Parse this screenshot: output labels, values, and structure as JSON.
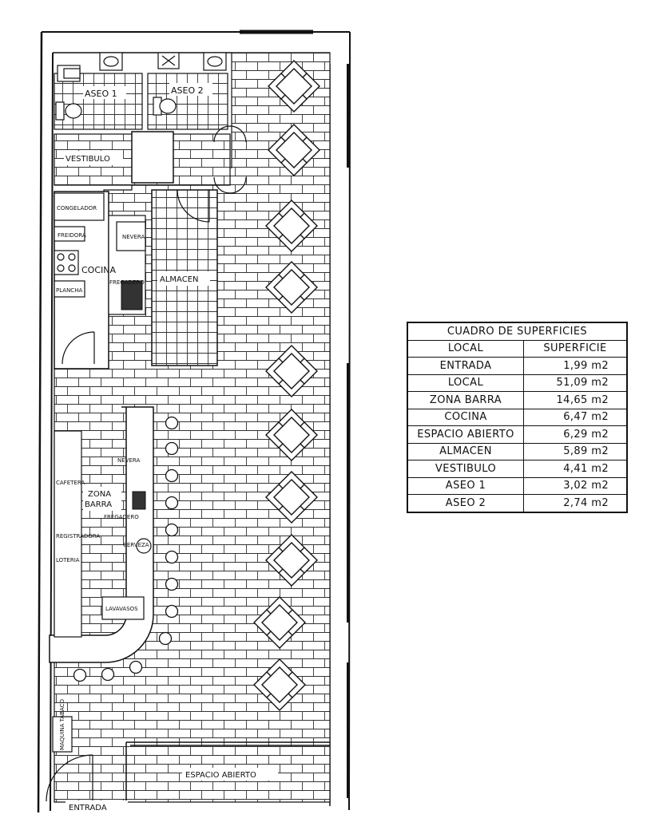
{
  "plan": {
    "rooms": {
      "aseo1": "ASEO 1",
      "aseo2": "ASEO 2",
      "vestibulo": "VESTIBULO",
      "almacen": "ALMACEN",
      "cocina": "COCINA",
      "zona_barra_l1": "ZONA",
      "zona_barra_l2": "BARRA",
      "espacio_abierto": "ESPACIO ABIERTO",
      "entrada": "ENTRADA"
    },
    "fixtures": {
      "congelador": "CONGELADOR",
      "freidora": "FREIDORA",
      "nevera_cocina": "NEVERA",
      "fregadero_cocina": "FREGADERO",
      "plancha": "PLANCHA",
      "nevera_barra": "NEVERA",
      "cafetera": "CAFETERA",
      "fregadero_barra": "FREGADERO",
      "cerveza": "CERVEZA",
      "registradora": "REGISTRADORA",
      "loteria": "LOTERIA",
      "lavavasos": "LAVAVASOS",
      "maquina_tabaco": "MAQUINA TABACO"
    }
  },
  "surface_table": {
    "title": "CUADRO DE SUPERFICIES",
    "headers": [
      "LOCAL",
      "SUPERFICIE"
    ],
    "rows": [
      {
        "local": "ENTRADA",
        "superficie": "1,99 m2"
      },
      {
        "local": "LOCAL",
        "superficie": "51,09 m2"
      },
      {
        "local": "ZONA BARRA",
        "superficie": "14,65 m2"
      },
      {
        "local": "COCINA",
        "superficie": "6,47 m2"
      },
      {
        "local": "ESPACIO ABIERTO",
        "superficie": "6,29 m2"
      },
      {
        "local": "ALMACEN",
        "superficie": "5,89 m2"
      },
      {
        "local": "VESTIBULO",
        "superficie": "4,41 m2"
      },
      {
        "local": "ASEO 1",
        "superficie": "3,02 m2"
      },
      {
        "local": "ASEO 2",
        "superficie": "2,74 m2"
      }
    ]
  }
}
